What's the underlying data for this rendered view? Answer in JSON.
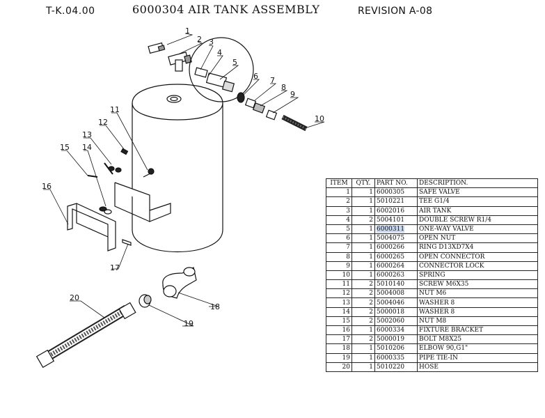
{
  "header": {
    "code": "T-K.04.00",
    "title": "6000304  AIR TANK ASSEMBLY",
    "revision": "REVISION A-08"
  },
  "callouts": [
    "1",
    "2",
    "3",
    "4",
    "5",
    "6",
    "7",
    "8",
    "9",
    "10",
    "11",
    "12",
    "13",
    "14",
    "15",
    "16",
    "17",
    "18",
    "19",
    "20"
  ],
  "bom": {
    "headers": [
      "ITEM",
      "QTY.",
      "PART NO.",
      "DESCRIPTION."
    ],
    "highlight_part": "6000311",
    "rows": [
      {
        "item": "1",
        "qty": "1",
        "part": "6000305",
        "desc": "SAFE VALVE"
      },
      {
        "item": "2",
        "qty": "1",
        "part": "5010221",
        "desc": "TEE  G1/4"
      },
      {
        "item": "3",
        "qty": "1",
        "part": "6002016",
        "desc": "AIR TANK"
      },
      {
        "item": "4",
        "qty": "2",
        "part": "5004101",
        "desc": "DOUBLE SCREW R1/4"
      },
      {
        "item": "5",
        "qty": "1",
        "part": "6000311",
        "desc": " ONE-WAY VALVE"
      },
      {
        "item": "6",
        "qty": "1",
        "part": "5004075",
        "desc": "OPEN NUT"
      },
      {
        "item": "7",
        "qty": "1",
        "part": "6000266",
        "desc": "RING  D13XD7X4"
      },
      {
        "item": "8",
        "qty": "1",
        "part": "6000265",
        "desc": " OPEN CONNECTOR"
      },
      {
        "item": "9",
        "qty": "1",
        "part": "6000264",
        "desc": " CONNECTOR LOCK"
      },
      {
        "item": "10",
        "qty": "1",
        "part": "6000263",
        "desc": "SPRING"
      },
      {
        "item": "11",
        "qty": "2",
        "part": "5010140",
        "desc": "SCREW M6X35"
      },
      {
        "item": "12",
        "qty": "2",
        "part": "5004008",
        "desc": "NUT M6"
      },
      {
        "item": "13",
        "qty": "2",
        "part": "5004046",
        "desc": "WASHER 8"
      },
      {
        "item": "14",
        "qty": "2",
        "part": "5000018",
        "desc": "WASHER  8"
      },
      {
        "item": "15",
        "qty": "2",
        "part": "5002060",
        "desc": "NUT M8"
      },
      {
        "item": "16",
        "qty": "1",
        "part": "6000334",
        "desc": " FIXTURE BRACKET"
      },
      {
        "item": "17",
        "qty": "2",
        "part": "5000019",
        "desc": "BOLT M8X25"
      },
      {
        "item": "18",
        "qty": "1",
        "part": "5010206",
        "desc": " ELBOW 90,G1\""
      },
      {
        "item": "19",
        "qty": "1",
        "part": "6000335",
        "desc": " PIPE TIE-IN"
      },
      {
        "item": "20",
        "qty": "1",
        "part": "5010220",
        "desc": " HOSE"
      }
    ]
  }
}
